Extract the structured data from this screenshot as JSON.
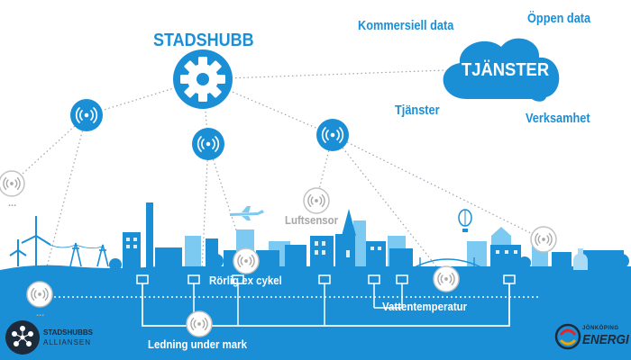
{
  "colors": {
    "accent": "#1a8fd6",
    "light_blue": "#7cc9f1",
    "sky": "#a9dbf5",
    "grey": "#a7a7a7",
    "dark": "#1d2a3a",
    "orange": "#f0a500"
  },
  "hub": {
    "label": "STADSHUBB",
    "icon": "gear-icon"
  },
  "cloud": {
    "label": "TJÄNSTER",
    "icon": "cloud-icon",
    "items": [
      "Kommersiell data",
      "Öppen data",
      "Tjänster",
      "Verksamhet"
    ]
  },
  "sensors": {
    "icon": "signal-icon",
    "labels": [
      "Luftsensor",
      "Rörlig ex cykel",
      "Vattentemperatur",
      "Ledning under mark"
    ]
  },
  "ellipsis": "...",
  "logos": {
    "alliansen": {
      "line1": "STADSHUBBS",
      "line2": "ALLIANSEN"
    },
    "energi": {
      "line1": "JÖNKÖPING",
      "line2": "ENERGI"
    }
  }
}
